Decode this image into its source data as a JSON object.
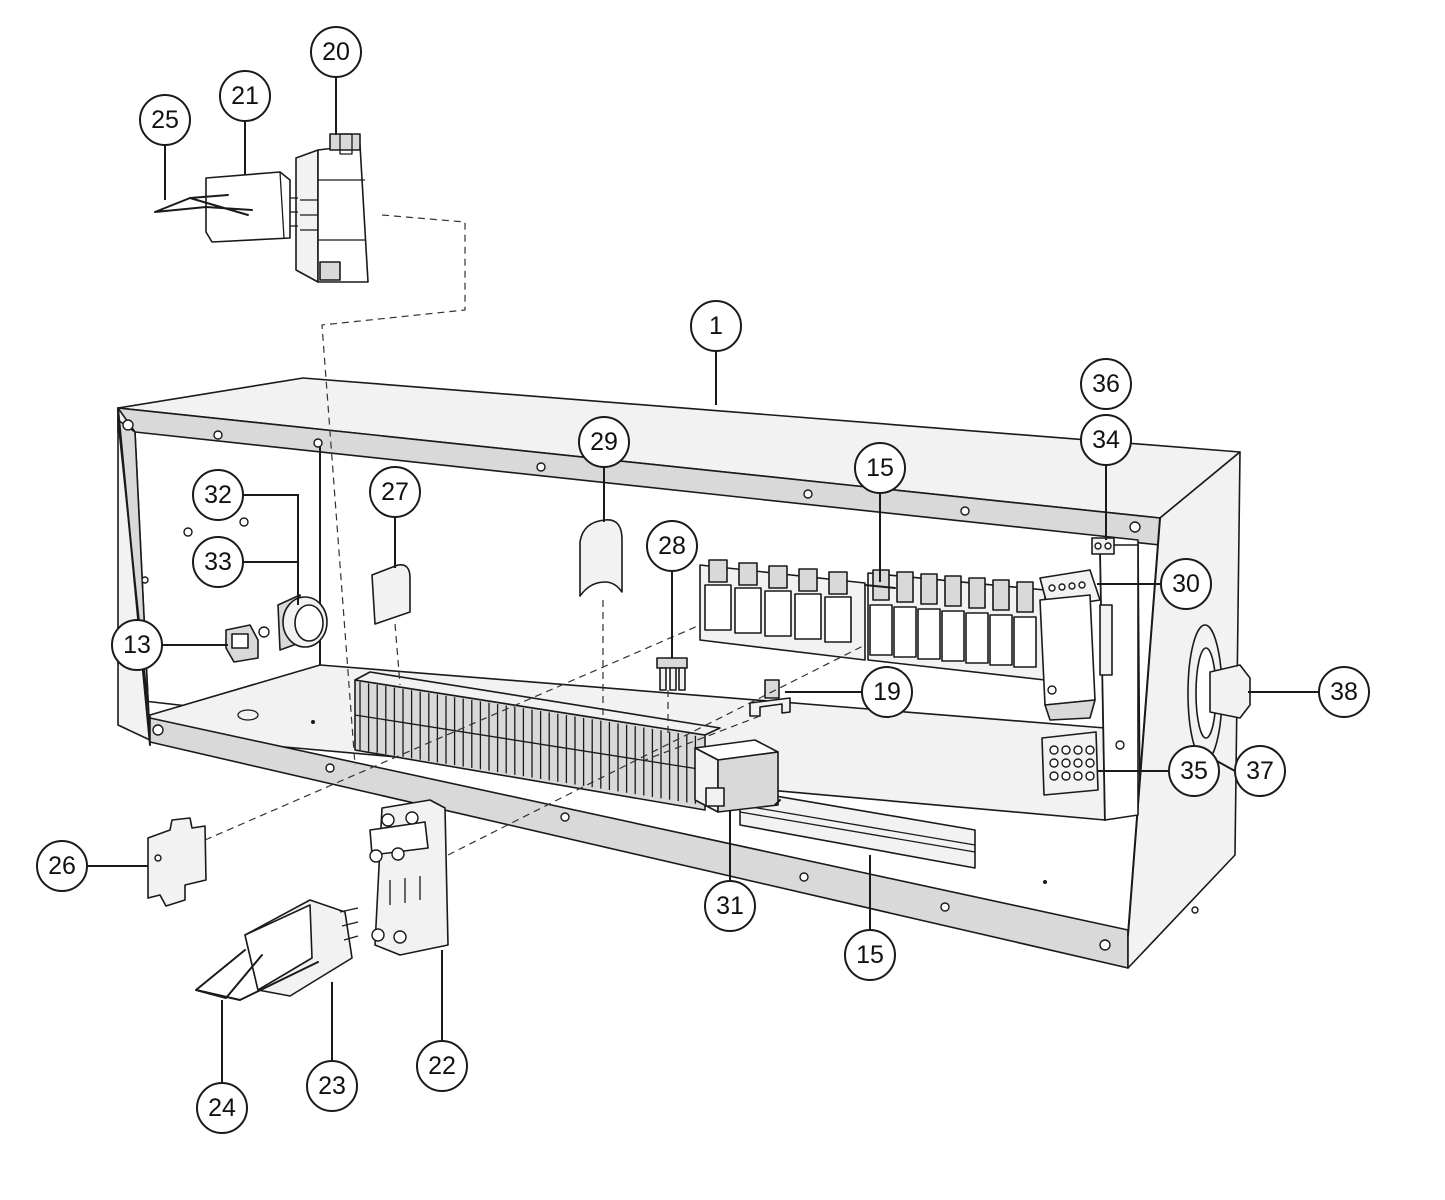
{
  "callouts": [
    {
      "id": "c1",
      "label": "1"
    },
    {
      "id": "c13",
      "label": "13"
    },
    {
      "id": "c15a",
      "label": "15"
    },
    {
      "id": "c15b",
      "label": "15"
    },
    {
      "id": "c19",
      "label": "19"
    },
    {
      "id": "c20",
      "label": "20"
    },
    {
      "id": "c21",
      "label": "21"
    },
    {
      "id": "c22",
      "label": "22"
    },
    {
      "id": "c23",
      "label": "23"
    },
    {
      "id": "c24",
      "label": "24"
    },
    {
      "id": "c25",
      "label": "25"
    },
    {
      "id": "c26",
      "label": "26"
    },
    {
      "id": "c27",
      "label": "27"
    },
    {
      "id": "c28",
      "label": "28"
    },
    {
      "id": "c29",
      "label": "29"
    },
    {
      "id": "c30",
      "label": "30"
    },
    {
      "id": "c31",
      "label": "31"
    },
    {
      "id": "c32",
      "label": "32"
    },
    {
      "id": "c33",
      "label": "33"
    },
    {
      "id": "c34",
      "label": "34"
    },
    {
      "id": "c35",
      "label": "35"
    },
    {
      "id": "c36",
      "label": "36"
    },
    {
      "id": "c37",
      "label": "37"
    },
    {
      "id": "c38",
      "label": "38"
    }
  ]
}
